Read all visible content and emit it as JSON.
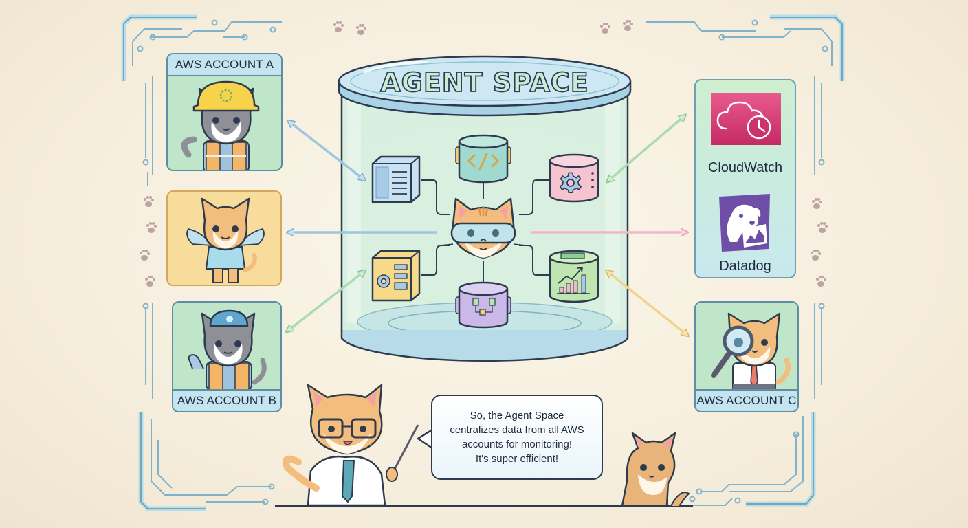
{
  "title": "AGENT SPACE",
  "accounts": {
    "a": {
      "label": "AWS ACCOUNT A"
    },
    "b": {
      "label": "AWS ACCOUNT B"
    },
    "c": {
      "label": "AWS ACCOUNT C"
    }
  },
  "tools": [
    {
      "name": "CloudWatch",
      "icon": "cloud-clock-icon",
      "color": "#d6336c"
    },
    {
      "name": "Datadog",
      "icon": "dog-icon",
      "color": "#6f4ea8"
    }
  ],
  "speech_bubble": {
    "lines": [
      "So, the Agent Space",
      "centralizes data from all AWS",
      "accounts for monitoring!",
      "It's super efficient!"
    ]
  },
  "agent_modules": [
    {
      "icon": "server-document-icon",
      "color": "#b9d8ef"
    },
    {
      "icon": "code-icon",
      "color": "#9fd9cf"
    },
    {
      "icon": "gear-cylinder-icon",
      "color": "#f3b9c9"
    },
    {
      "icon": "gear-server-icon",
      "color": "#f6d37c"
    },
    {
      "icon": "workflow-icon",
      "color": "#c6b5e6"
    },
    {
      "icon": "chart-icon",
      "color": "#b8e2a8"
    }
  ],
  "colors": {
    "background": "#f7efe0",
    "outline": "#2e3b4e",
    "circuit": "#8cc3d8",
    "account_green": "#bfe6c9",
    "account_yellow": "#f7dc9b",
    "arrow_blue": "#9cc6e0",
    "arrow_green": "#a9dcb2",
    "arrow_pink": "#f2b6c6",
    "arrow_yellow": "#f1d48b"
  }
}
